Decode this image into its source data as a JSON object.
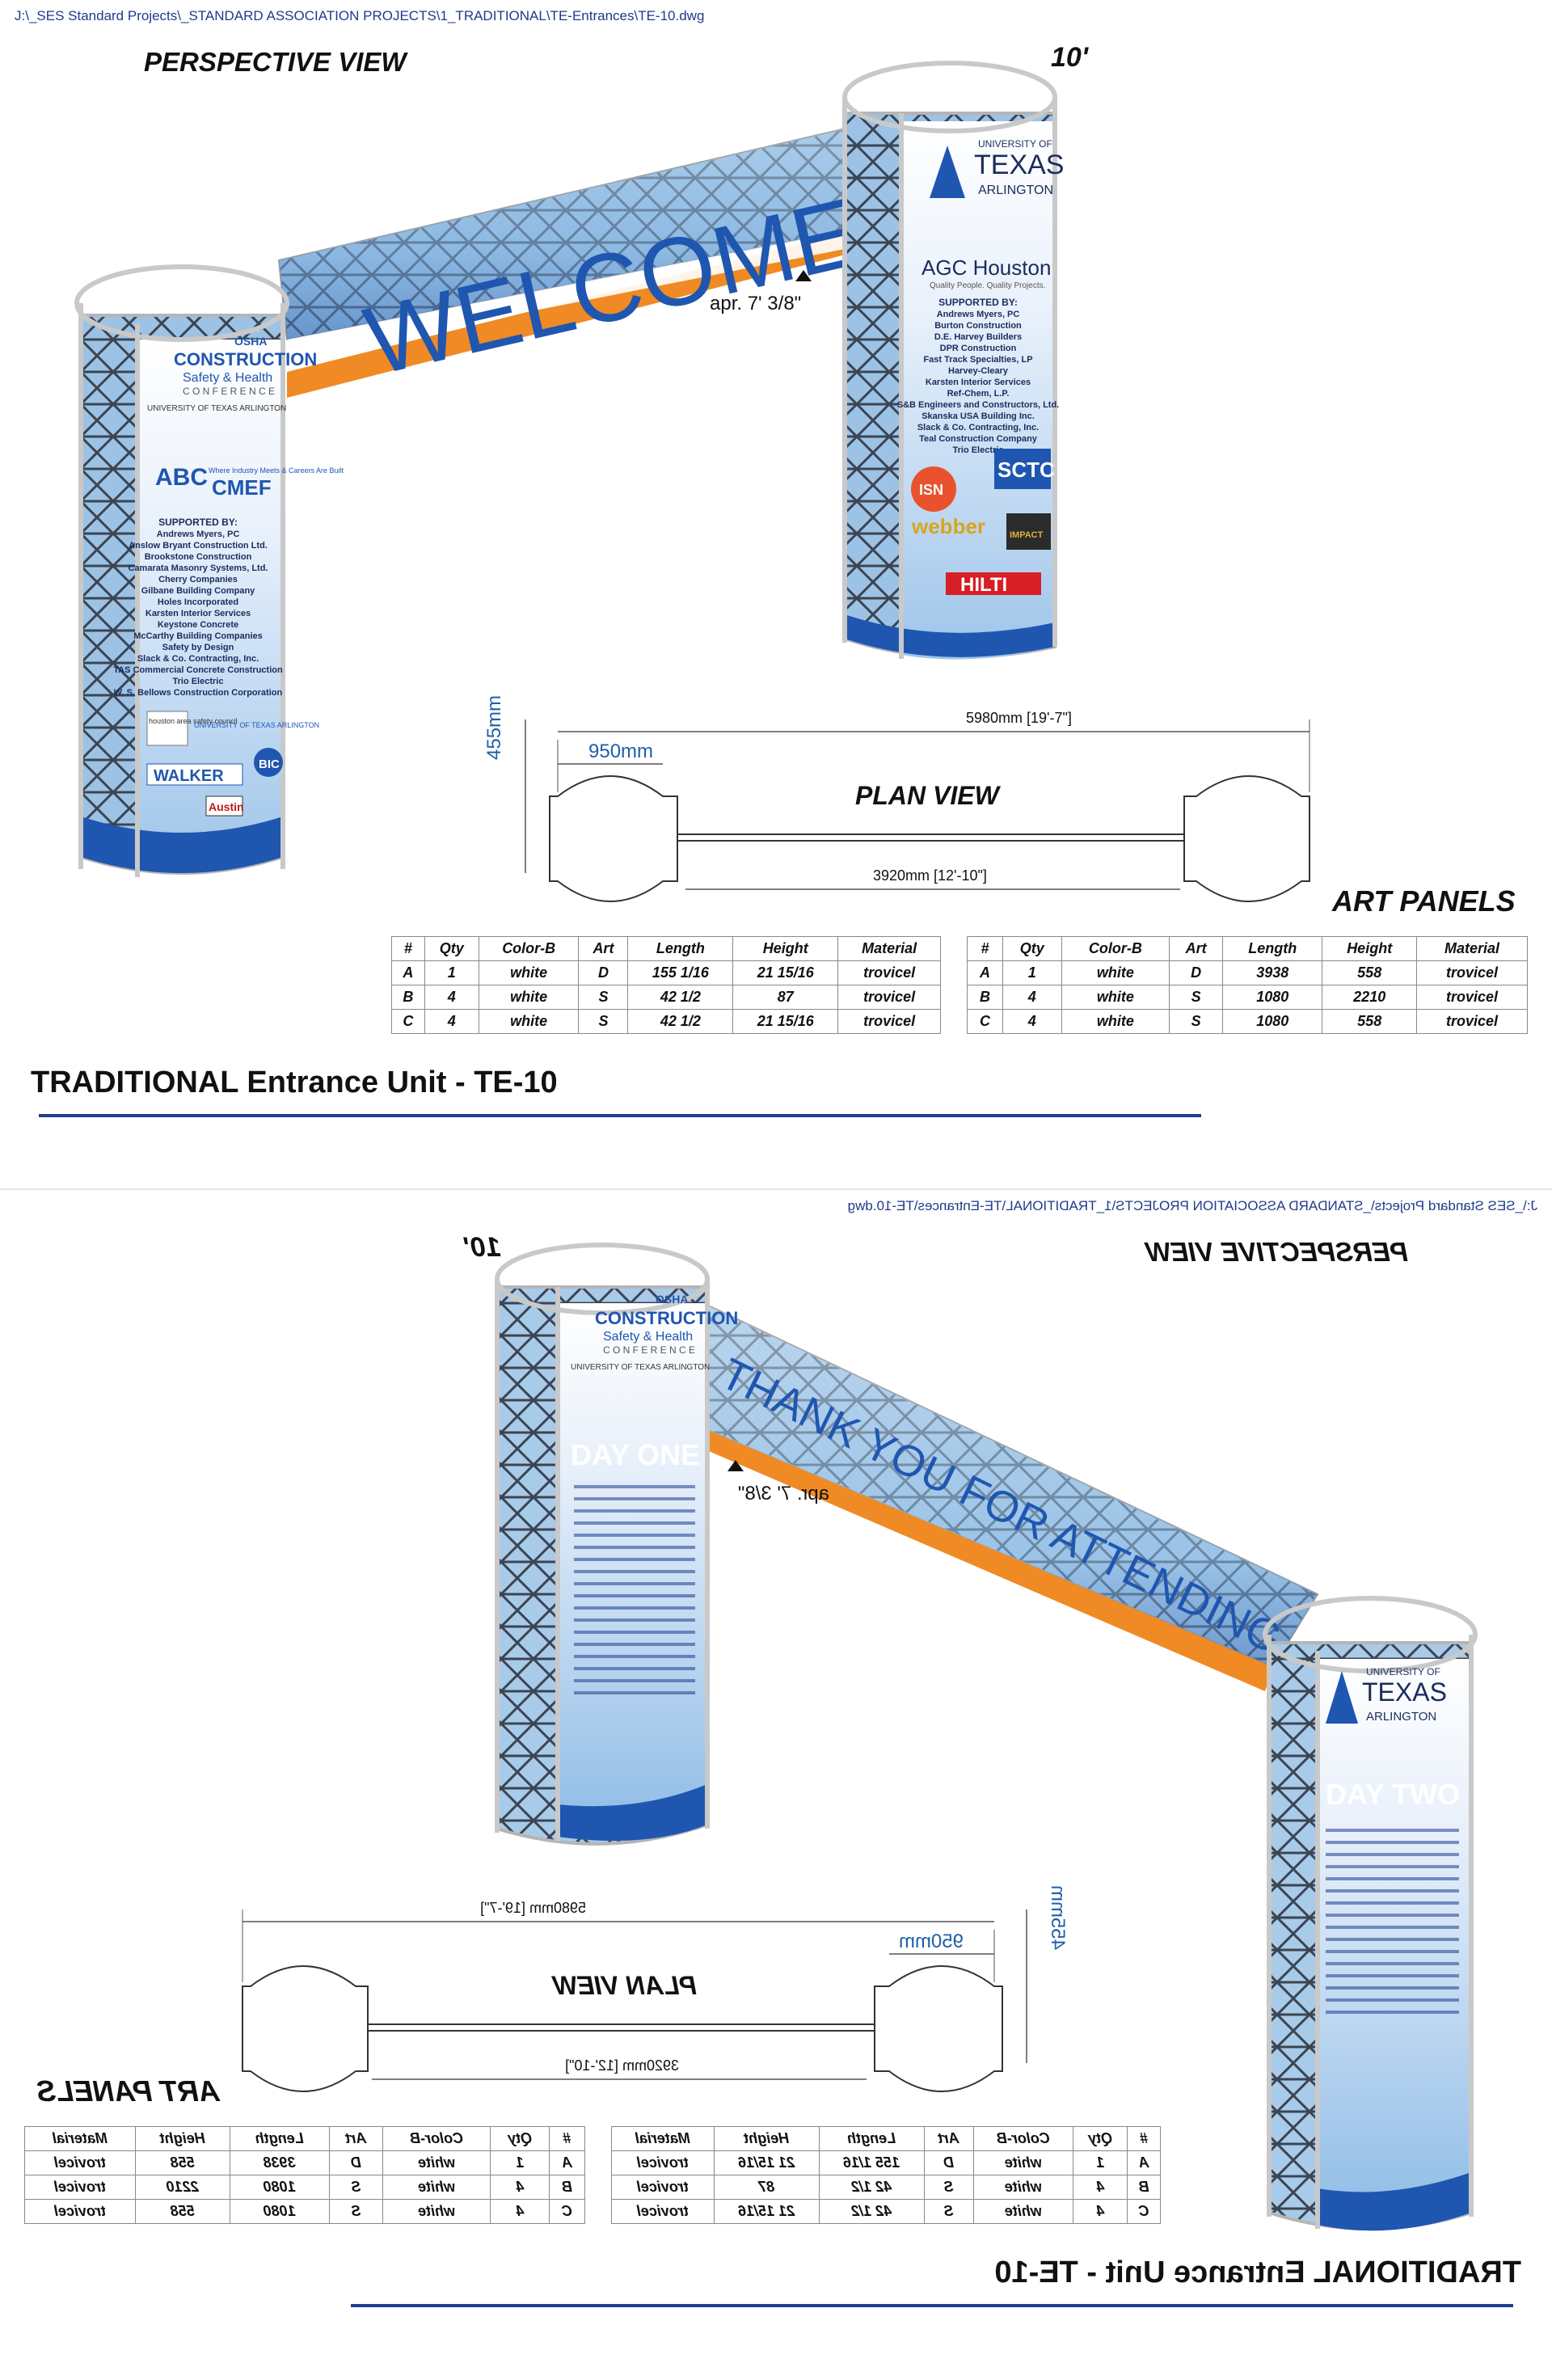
{
  "top": {
    "file_path": "J:\\_SES Standard Projects\\_STANDARD ASSOCIATION PROJECTS\\1_TRADITIONAL\\TE-Entrances\\TE-10.dwg",
    "perspective_title": "PERSPECTIVE VIEW",
    "height_label": "10'",
    "clearance_label": "apr. 7' 3/8\"",
    "banner_text": "WELCOME",
    "left_tower": {
      "event_logo": "CONSTRUCTION",
      "event_sub": "Safety & Health",
      "event_line": "C O N F E R E N C E",
      "osha": "OSHA",
      "event_univ": "UNIVERSITY OF TEXAS ARLINGTON",
      "abc": "ABC",
      "cmef": "CMEF",
      "cmef_tag": "Where Industry Meets & Careers Are Built",
      "supporters_title": "SUPPORTED BY:",
      "supporters": [
        "Andrews Myers, PC",
        "Anslow Bryant Construction Ltd.",
        "Brookstone Construction",
        "Camarata Masonry Systems, Ltd.",
        "Cherry Companies",
        "Gilbane Building Company",
        "Holes Incorporated",
        "Karsten Interior Services",
        "Keystone Concrete",
        "McCarthy Building Companies",
        "Safety by Design",
        "Slack & Co. Contracting, Inc.",
        "TAS Commercial Concrete Construction",
        "Trio Electric",
        "W. S. Bellows Construction Corporation"
      ],
      "logos": [
        "houston area safety council",
        "UNIVERSITY OF TEXAS ARLINGTON",
        "WALKER",
        "BIC",
        "Austin"
      ]
    },
    "right_tower": {
      "univ_a": "UNIVERSITY OF",
      "univ_b": "TEXAS",
      "univ_c": "ARLINGTON",
      "agc": "AGC Houston",
      "agc_tag": "Quality People. Quality Projects.",
      "supporters_title": "SUPPORTED BY:",
      "supporters": [
        "Andrews Myers, PC",
        "Burton Construction",
        "D.E. Harvey Builders",
        "DPR Construction",
        "Fast Track Specialties, LP",
        "Harvey-Cleary",
        "Karsten Interior Services",
        "Ref-Chem, L.P.",
        "S&B Engineers and Constructors, Ltd.",
        "Skanska USA Building Inc.",
        "Slack & Co. Contracting, Inc.",
        "Teal Construction Company",
        "Trio Electric"
      ],
      "logos": [
        "ISN",
        "SCTC",
        "webber",
        "IMPACT",
        "HILTI"
      ]
    },
    "plan_title": "PLAN VIEW",
    "plan_dims": {
      "overall": "5980mm [19'-7\"]",
      "between": "3920mm [12'-10\"]",
      "diameter": "950mm",
      "depth": "455mm"
    },
    "art_panels_title": "ART PANELS",
    "table_headers": [
      "#",
      "Qty",
      "Color-B",
      "Art",
      "Length",
      "Height",
      "Material"
    ],
    "table_imperial": [
      [
        "A",
        "1",
        "white",
        "D",
        "155 1/16",
        "21 15/16",
        "trovicel"
      ],
      [
        "B",
        "4",
        "white",
        "S",
        "42 1/2",
        "87",
        "trovicel"
      ],
      [
        "C",
        "4",
        "white",
        "S",
        "42 1/2",
        "21 15/16",
        "trovicel"
      ]
    ],
    "table_metric": [
      [
        "A",
        "1",
        "white",
        "D",
        "3938",
        "558",
        "trovicel"
      ],
      [
        "B",
        "4",
        "white",
        "S",
        "1080",
        "2210",
        "trovicel"
      ],
      [
        "C",
        "4",
        "white",
        "S",
        "1080",
        "558",
        "trovicel"
      ]
    ],
    "unit_title": "TRADITIONAL Entrance Unit - TE-10"
  },
  "bottom": {
    "file_path": "J:\\_SES Standard Projects\\_STANDARD ASSOCIATION PROJECTS\\1_TRADITIONAL\\TE-Entrances\\TE-10.dwg",
    "perspective_title": "PERSPECTIVE VIEW",
    "height_label": "10'",
    "clearance_label": "apr. 7' 3/8\"",
    "banner_text": "THANK YOU FOR ATTENDING",
    "left_tower": {
      "event_logo": "CONSTRUCTION",
      "event_sub": "Safety & Health",
      "event_line": "C O N F E R E N C E",
      "osha": "OSHA",
      "event_univ": "UNIVERSITY OF TEXAS ARLINGTON",
      "day": "DAY ONE"
    },
    "right_tower": {
      "univ_a": "UNIVERSITY OF",
      "univ_b": "TEXAS",
      "univ_c": "ARLINGTON",
      "day": "DAY TWO"
    },
    "plan_title": "PLAN VIEW",
    "plan_dims": {
      "overall": "5980mm [19'-7\"]",
      "between": "3920mm [12'-10\"]",
      "diameter": "950mm",
      "depth": "455mm"
    },
    "art_panels_title": "ART PANELS",
    "table_headers": [
      "#",
      "Qty",
      "Color-B",
      "Art",
      "Length",
      "Height",
      "Material"
    ],
    "table_imperial": [
      [
        "A",
        "1",
        "white",
        "D",
        "155 1/16",
        "21 15/16",
        "trovicel"
      ],
      [
        "B",
        "4",
        "white",
        "S",
        "42 1/2",
        "87",
        "trovicel"
      ],
      [
        "C",
        "4",
        "white",
        "S",
        "42 1/2",
        "21 15/16",
        "trovicel"
      ]
    ],
    "table_metric": [
      [
        "A",
        "1",
        "white",
        "D",
        "3938",
        "558",
        "trovicel"
      ],
      [
        "B",
        "4",
        "white",
        "S",
        "1080",
        "2210",
        "trovicel"
      ],
      [
        "C",
        "4",
        "white",
        "S",
        "1080",
        "558",
        "trovicel"
      ]
    ],
    "unit_title": "TRADITIONAL Entrance Unit - TE-10"
  },
  "colors": {
    "accent_blue": "#1f56b0",
    "orange": "#f08a24",
    "sky": "#7fb4e0",
    "title_rule": "#1f3f8f",
    "frame": "#c9c9c9"
  }
}
